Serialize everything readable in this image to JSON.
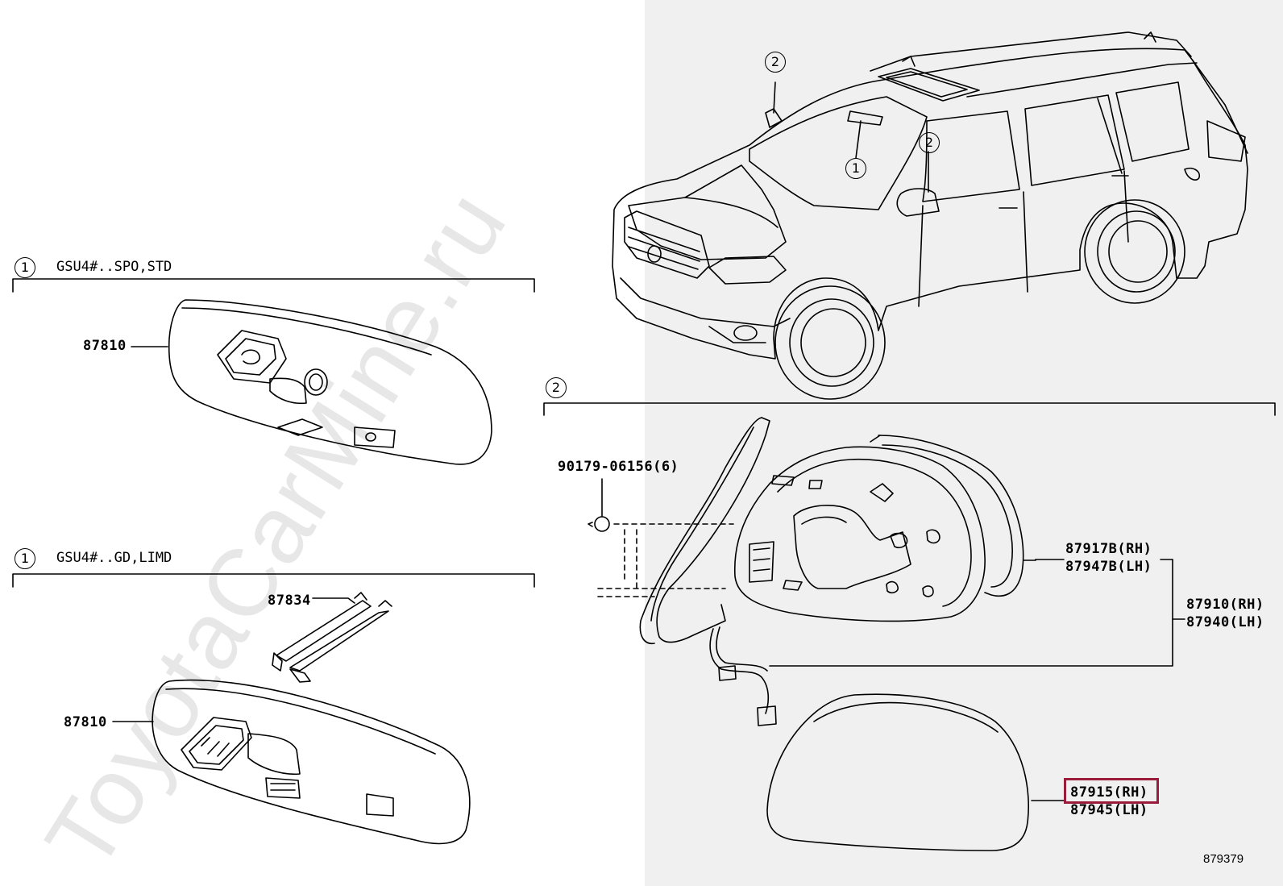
{
  "watermark": "ToyotaCarMine.ru",
  "diagram_id": "879379",
  "groups": [
    {
      "num": "1",
      "title": "GSU4#..SPO,STD"
    },
    {
      "num": "1",
      "title": "GSU4#..GD,LIMD"
    },
    {
      "num": "2",
      "title": ""
    }
  ],
  "callouts": {
    "car_mirror_left": "2",
    "car_inner_mirror": "1",
    "car_mirror_right": "2"
  },
  "parts": {
    "inner_mirror_std": "87810",
    "sensor_bracket": "87834",
    "inner_mirror_limd": "87810",
    "screw": "90179-06156(6)",
    "mirror_glass_rh": "87917B(RH)",
    "mirror_glass_lh": "87947B(LH)",
    "outer_mirror_rh": "87910(RH)",
    "outer_mirror_lh": "87940(LH)",
    "mirror_cover_rh": "87915(RH)",
    "mirror_cover_lh": "87945(LH)"
  },
  "highlight_color": "#9b1b3a"
}
